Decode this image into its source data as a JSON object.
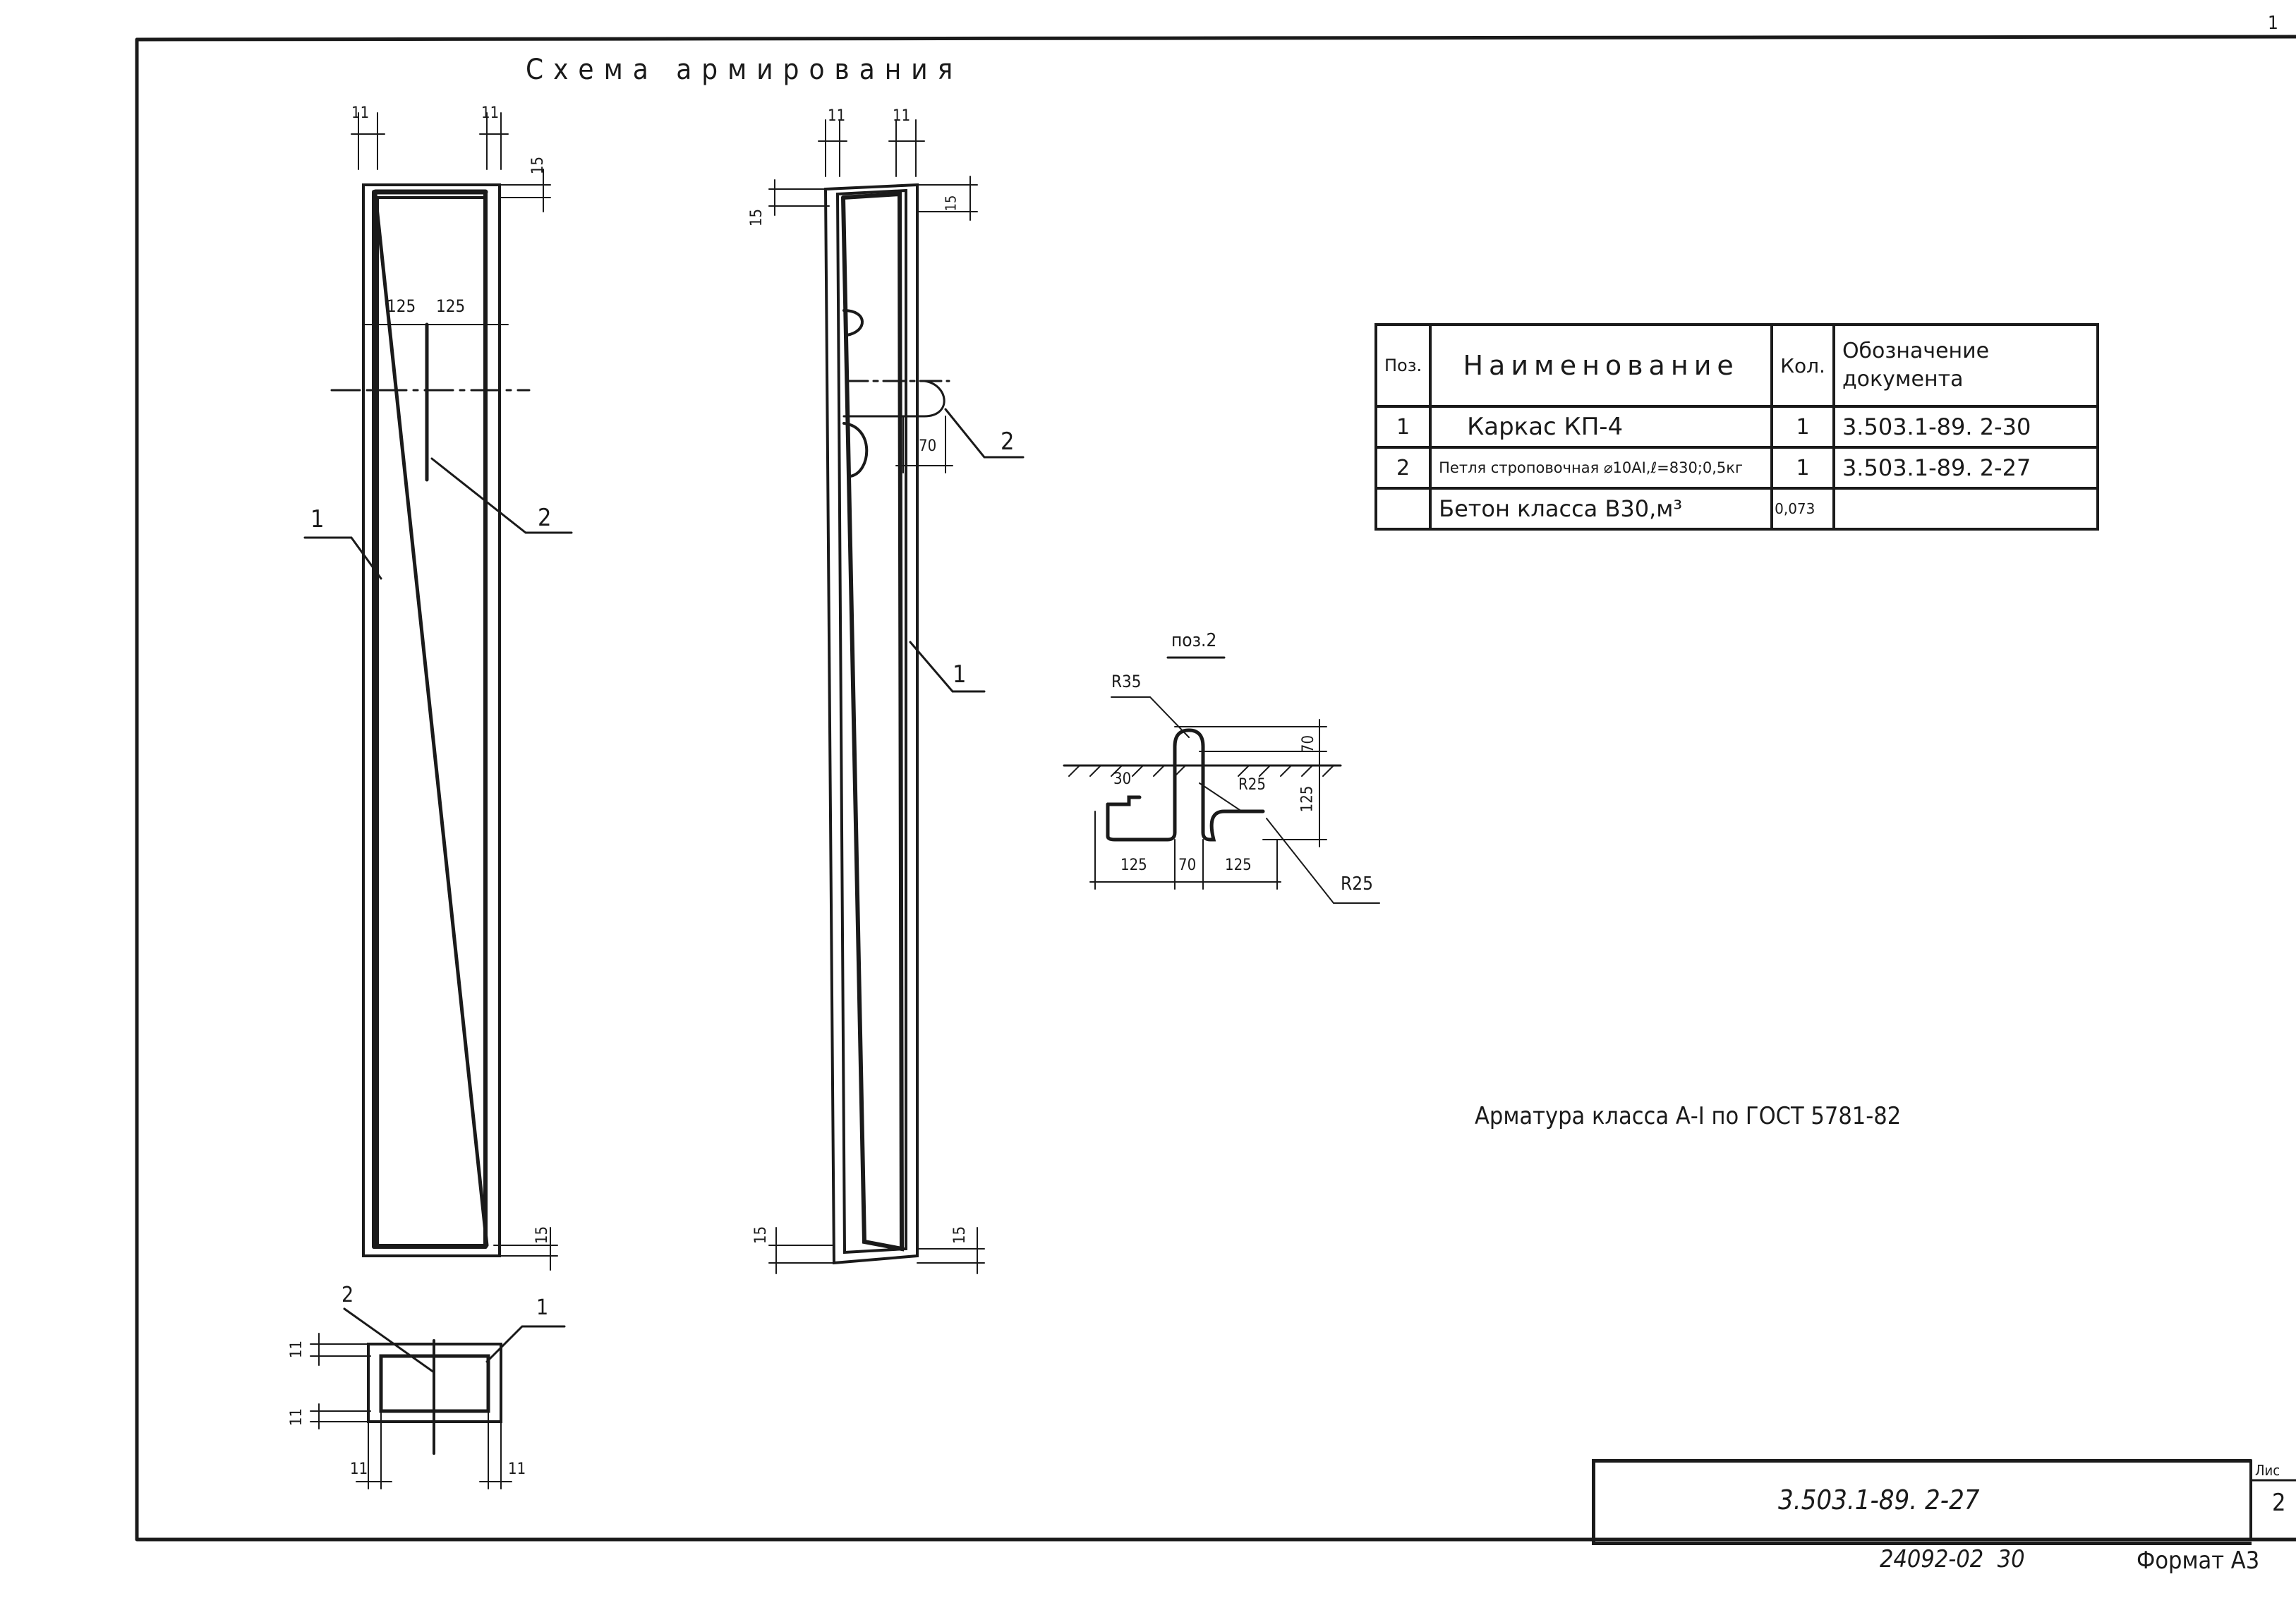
{
  "title": "Схема армирования",
  "dims": {
    "d11": "11",
    "d15": "15",
    "d125": "125",
    "d70": "70",
    "d30": "30",
    "r35": "R35",
    "r25": "R25"
  },
  "callouts": {
    "one": "1",
    "two": "2"
  },
  "detail_title": "поз.2",
  "spec_table": {
    "headers": {
      "pos": "Поз.",
      "name": "Наименование",
      "qty": "Кол.",
      "doc": "Обозначение документа"
    },
    "rows": [
      {
        "pos": "1",
        "name": "Каркас КП-4",
        "qty": "1",
        "doc": "3.503.1-89. 2-30"
      },
      {
        "pos": "2",
        "name": "Петля строповочная ⌀10АI,ℓ=830;0,5кг",
        "qty": "1",
        "doc": "3.503.1-89. 2-27"
      },
      {
        "pos": "",
        "name": "Бетон класса В30,м³",
        "qty": "0,073",
        "doc": ""
      }
    ]
  },
  "note": "Арматура класса А-I по ГОСТ 5781-82",
  "stamp": {
    "code": "3.503.1-89. 2-27",
    "sheet_label": "Лис",
    "sheet_number": "2"
  },
  "footer": {
    "archive": "24092-02  30",
    "format": "Формат А3"
  },
  "corner_mark": "1"
}
